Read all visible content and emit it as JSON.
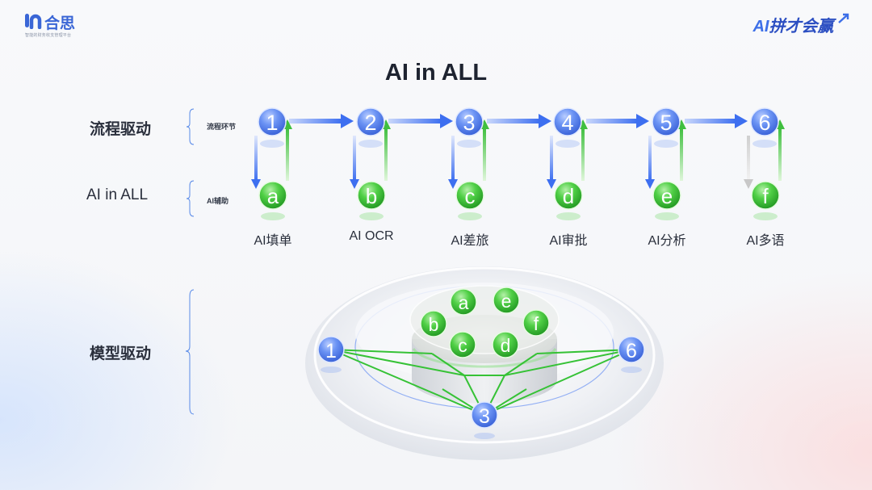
{
  "header": {
    "brand_name": "合思",
    "brand_tagline": "智能的财务收支管理平台",
    "right_logo_ai": "AI",
    "right_logo_text": "拼才会赢"
  },
  "title": "AI in ALL",
  "rows": {
    "process": {
      "label": "流程驱动",
      "sub": "流程环节"
    },
    "ai": {
      "label": "AI in ALL",
      "sub": "AI辅助"
    },
    "model": {
      "label": "模型驱动"
    }
  },
  "steps": [
    {
      "num": "1",
      "letter": "a",
      "label": "AI填单"
    },
    {
      "num": "2",
      "letter": "b",
      "label": "AI OCR"
    },
    {
      "num": "3",
      "letter": "c",
      "label": "AI差旅"
    },
    {
      "num": "4",
      "letter": "d",
      "label": "AI审批"
    },
    {
      "num": "5",
      "letter": "e",
      "label": "AI分析"
    },
    {
      "num": "6",
      "letter": "f",
      "label": "AI多语"
    }
  ],
  "model_diagram": {
    "inner_letters": [
      "a",
      "e",
      "b",
      "f",
      "c",
      "d"
    ],
    "outer_numbers": [
      "1",
      "6",
      "3"
    ]
  },
  "colors": {
    "blue_node": "#4f7ff0",
    "green_node": "#3fbf3f",
    "arrow_blue": "#3d6ff0",
    "arrow_green": "#43c743",
    "net_green": "#36c236"
  }
}
